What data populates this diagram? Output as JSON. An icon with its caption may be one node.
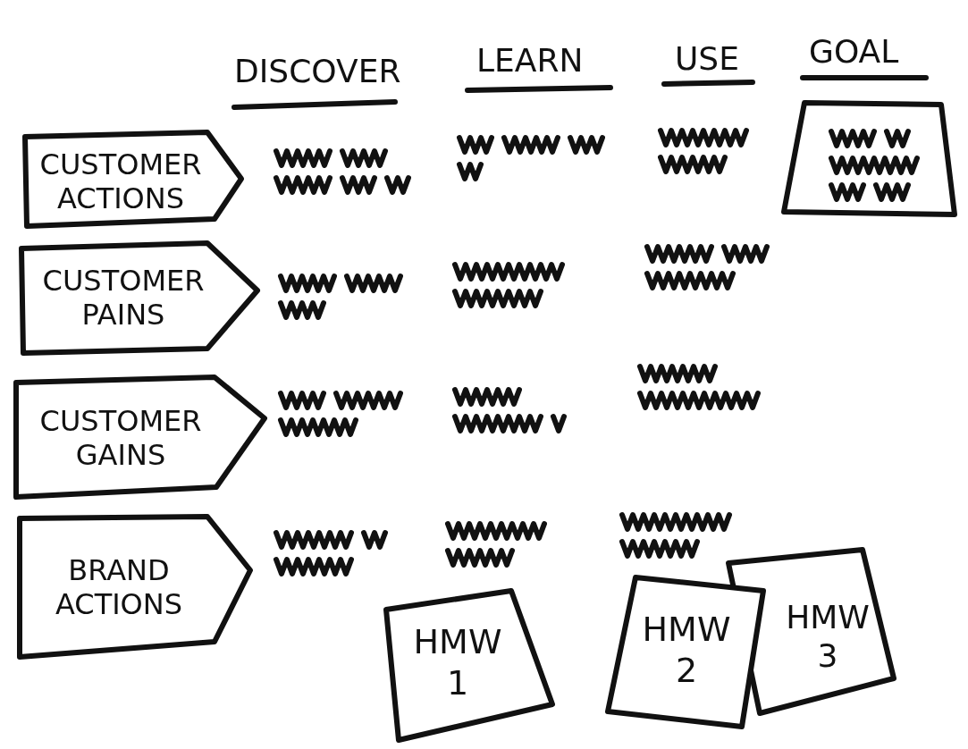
{
  "diagram": {
    "nodes": [
      {
        "text": [
          "CUSTOMER ACTIONS"
        ]
      },
      {
        "text": [],
        "shape": "box"
      },
      {
        "text": [
          "CUSTOMER PAINS"
        ]
      },
      {
        "text": [
          "CUSTOMER GAINS"
        ]
      },
      {
        "text": [
          "BRAND ACTIONS"
        ]
      },
      {
        "text": [
          "HMW 1"
        ]
      },
      {
        "text": [
          "HMW 2"
        ]
      },
      {
        "text": [
          "HMW 3"
        ]
      }
    ],
    "labels": [
      "DISCOVER",
      "LEARN",
      "USE",
      "GOAL"
    ]
  }
}
